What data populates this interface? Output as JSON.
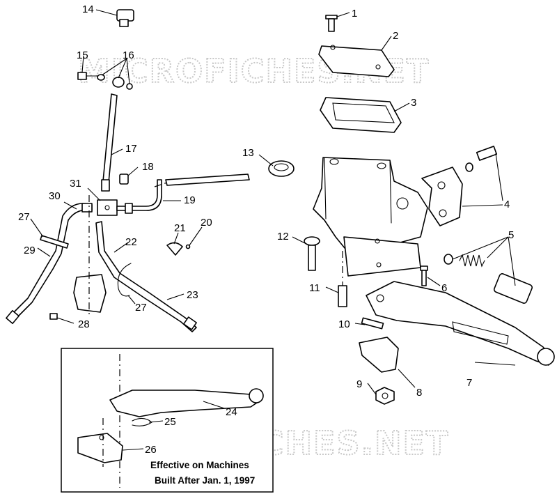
{
  "watermark": "MICROFICHES.NET",
  "inset": {
    "line1": "Effective on Machines",
    "line2": "Built After Jan. 1, 1997"
  },
  "callouts": {
    "c1": "1",
    "c2": "2",
    "c3": "3",
    "c4": "4",
    "c5": "5",
    "c6": "6",
    "c7": "7",
    "c8": "8",
    "c9": "9",
    "c10": "10",
    "c11": "11",
    "c12": "12",
    "c13": "13",
    "c14": "14",
    "c15": "15",
    "c16": "16",
    "c17": "17",
    "c18": "18",
    "c19": "19",
    "c20": "20",
    "c21": "21",
    "c22": "22",
    "c23": "23",
    "c24": "24",
    "c25": "25",
    "c26": "26",
    "c27a": "27",
    "c27b": "27",
    "c28": "28",
    "c29": "29",
    "c30": "30",
    "c31": "31"
  }
}
